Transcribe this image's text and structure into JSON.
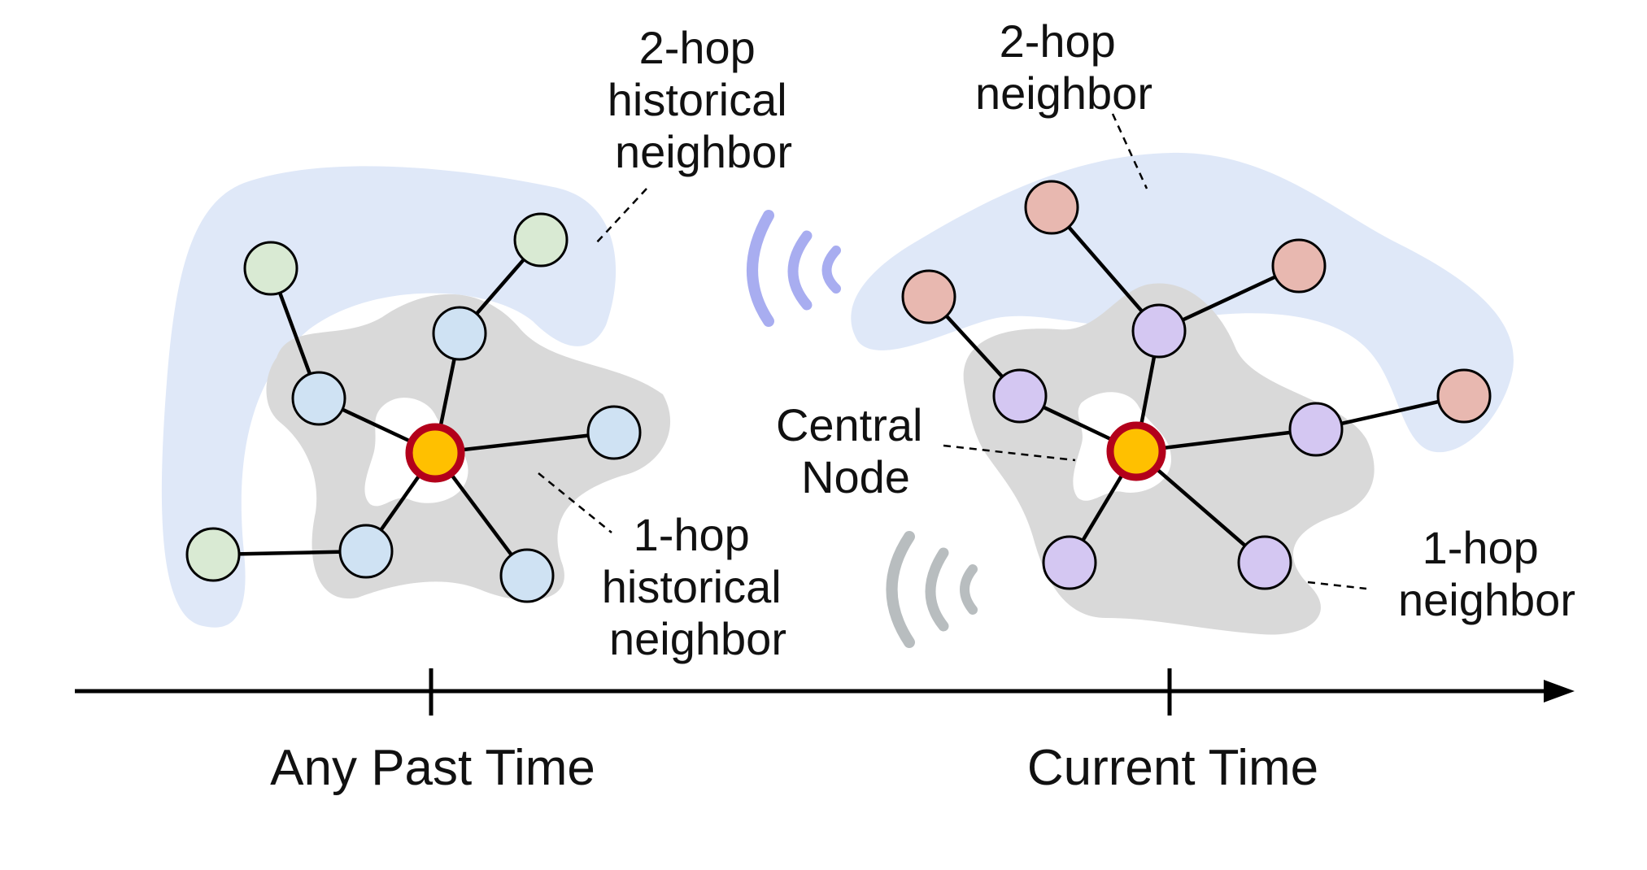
{
  "labels": {
    "two_hop_historical": [
      "2-hop",
      "historical",
      "neighbor"
    ],
    "one_hop_historical": [
      "1-hop",
      "historical",
      "neighbor"
    ],
    "two_hop_current": [
      "2-hop",
      "neighbor"
    ],
    "central_node": [
      "Central",
      "Node"
    ],
    "one_hop_current": [
      "1-hop",
      "neighbor"
    ]
  },
  "timeline": {
    "past_label": "Any Past Time",
    "current_label": "Current Time"
  },
  "colors": {
    "two_hop_region": "#dfe8f8",
    "one_hop_region": "#d9d9d9",
    "past_one_hop_node": "#cfe2f3",
    "past_two_hop_node": "#d9ead3",
    "current_one_hop_node": "#d4c7f2",
    "current_two_hop_node": "#e8b8b0",
    "central_fill": "#ffc000",
    "central_ring": "#b3001b",
    "signal_purple": "#a8adf0",
    "signal_gray": "#b8bdbf"
  }
}
